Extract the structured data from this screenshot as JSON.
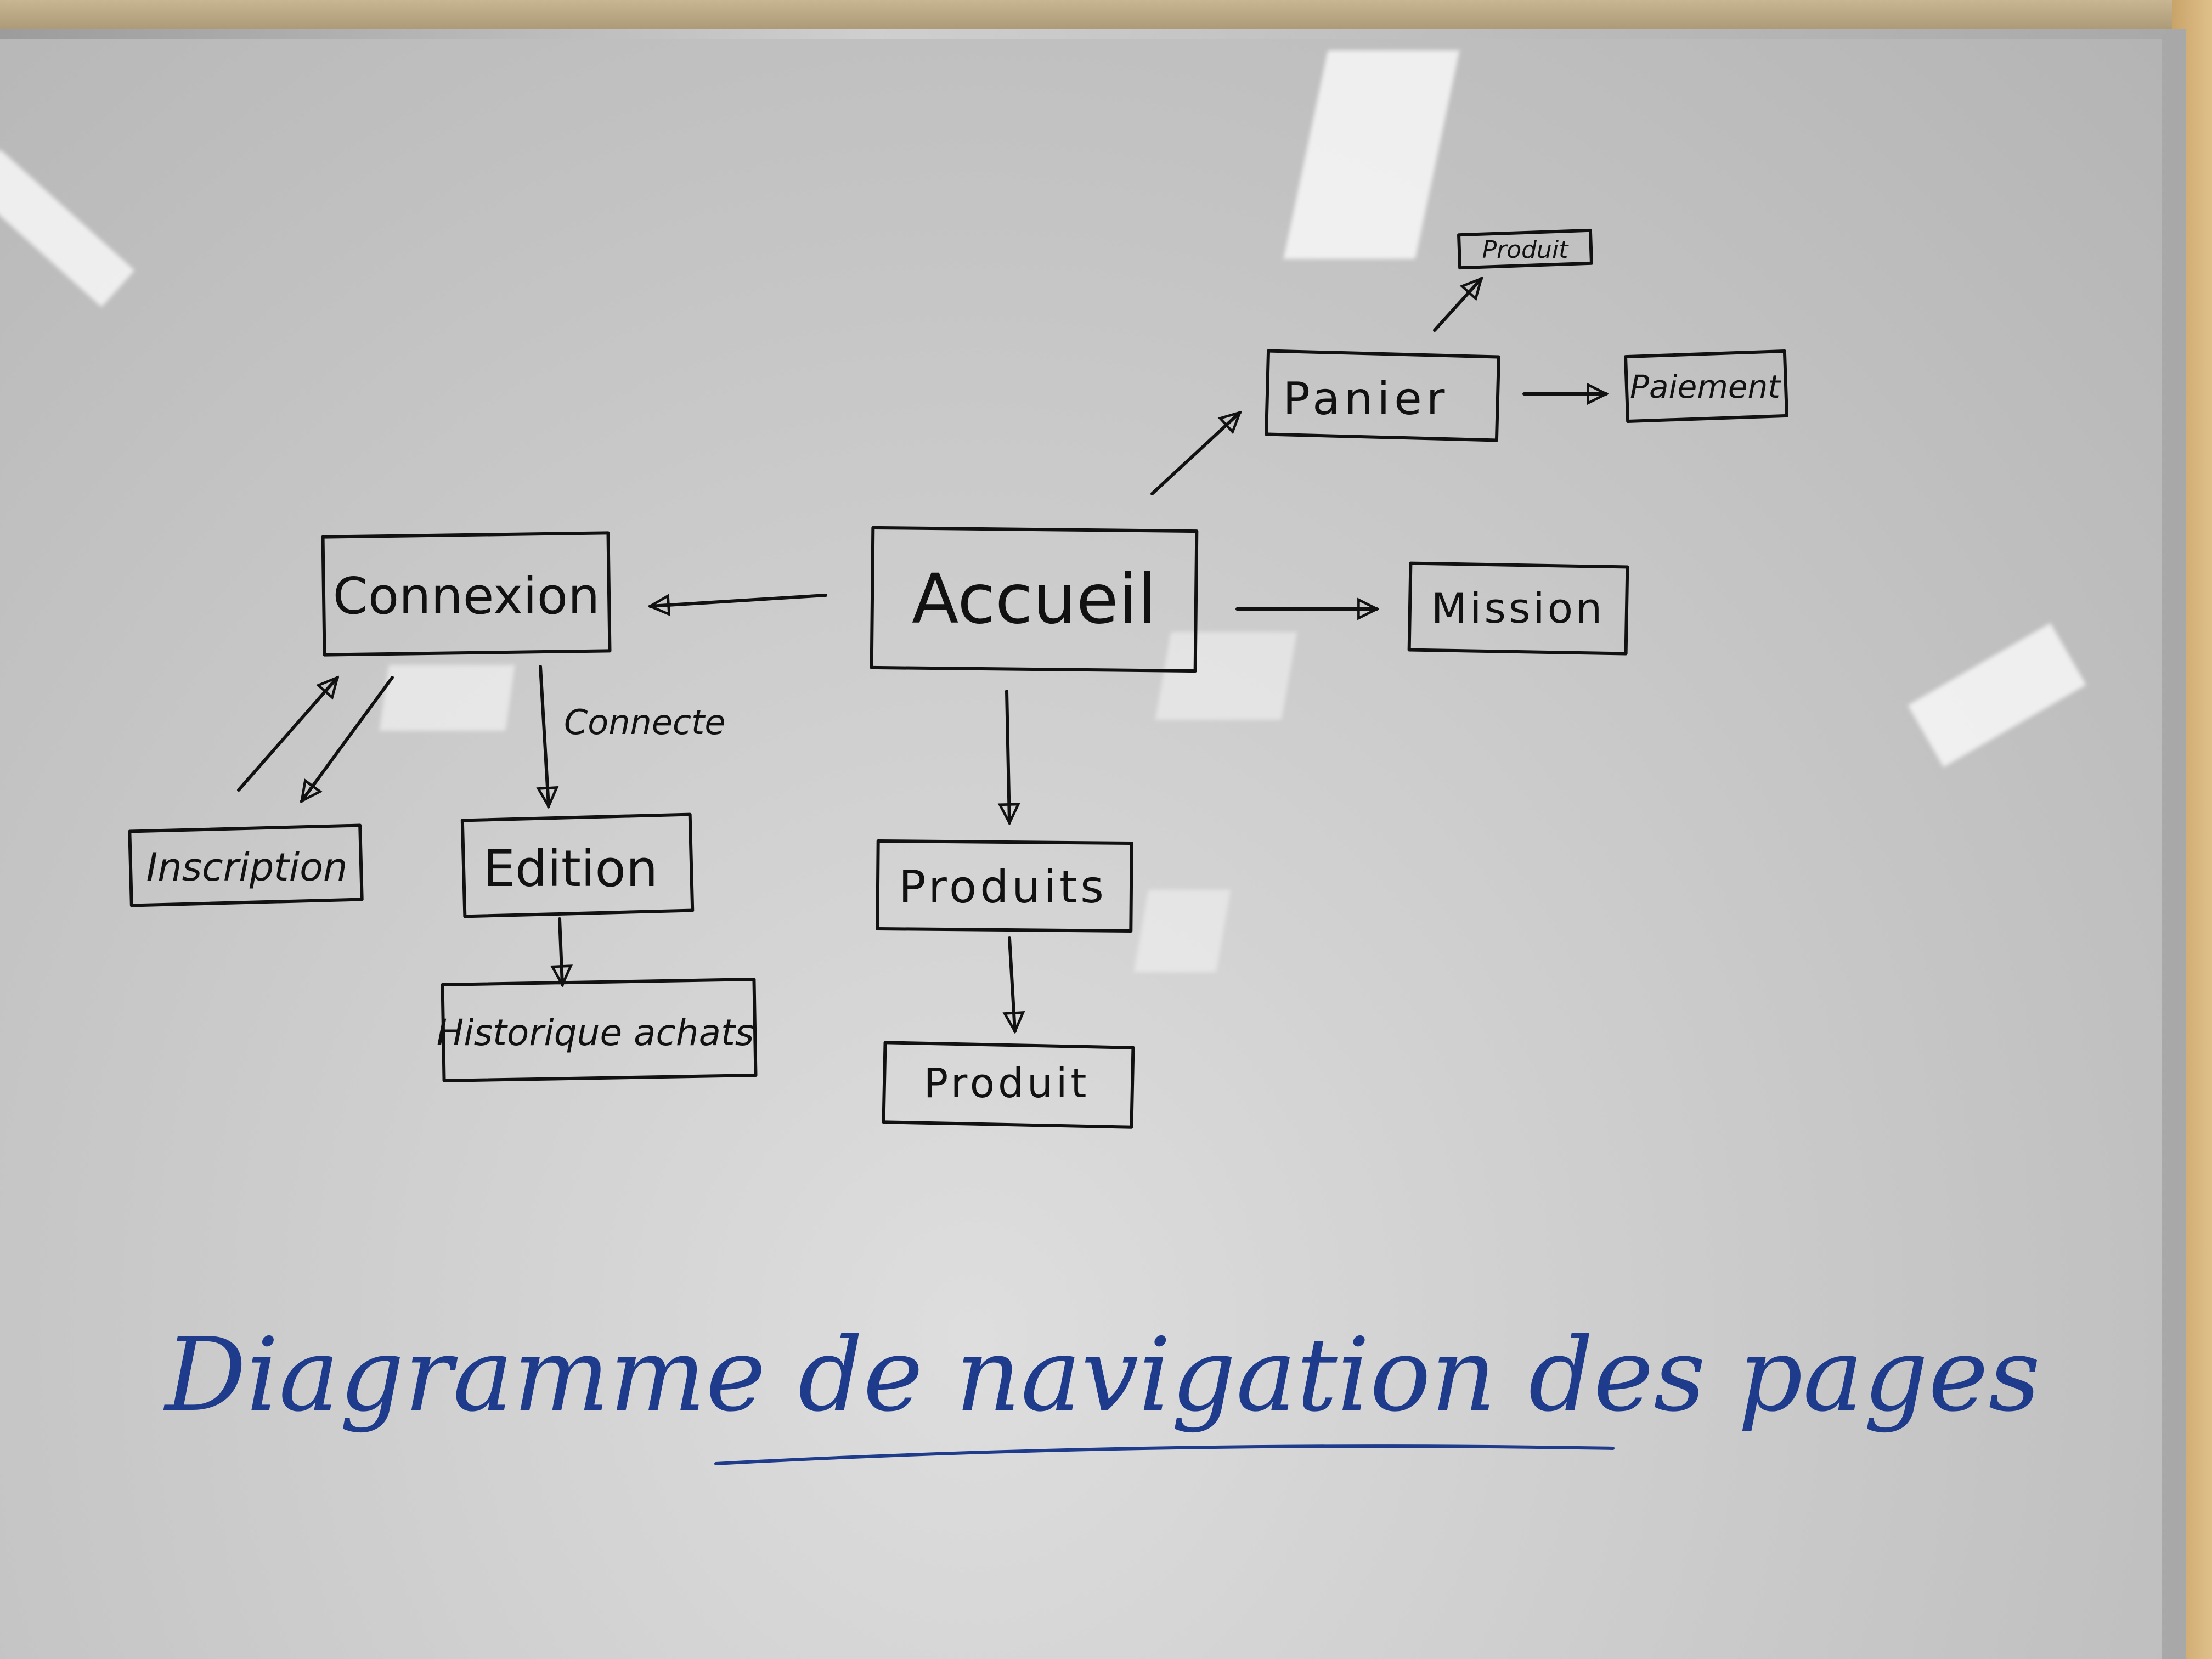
{
  "nodes": {
    "accueil": "Accueil",
    "connexion": "Connexion",
    "inscription": "Inscription",
    "edition": "Edition",
    "historique": "Historique achats",
    "produits": "Produits",
    "produit": "Produit",
    "panier": "Panier",
    "panier_produit": "Produit",
    "paiement": "Paiement",
    "mission": "Mission"
  },
  "edge_labels": {
    "connecte": "Connecte"
  },
  "title": "Diagramme de navigation des pages",
  "colors": {
    "marker": "#111111",
    "title_marker": "#1e3b8c",
    "board": "#cfcfcf"
  }
}
